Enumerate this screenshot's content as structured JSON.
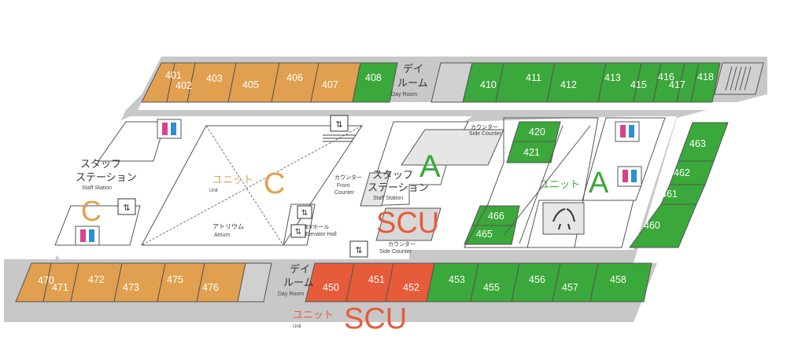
{
  "colors": {
    "unit_c": "#e1a04f",
    "unit_a": "#3aa83a",
    "scu": "#e65c3a",
    "floor": "#c8c8c8",
    "inner": "#ffffff",
    "wall": "#555555",
    "label_a": "#3aa83a",
    "label_c": "#e1a04f",
    "label_scu": "#e65c3a"
  },
  "rooms": {
    "top_c": [
      "401",
      "402",
      "403",
      "405",
      "406",
      "407"
    ],
    "top_a": [
      "408",
      "410",
      "411",
      "412",
      "413",
      "415",
      "416",
      "417",
      "418"
    ],
    "a_core_left": [
      "420",
      "421",
      "466",
      "465"
    ],
    "a_right_col": [
      "463",
      "462",
      "461",
      "460"
    ],
    "bottom_c": [
      "470",
      "471",
      "472",
      "473",
      "475",
      "476"
    ],
    "scu": [
      "450",
      "451",
      "452"
    ],
    "bottom_a": [
      "453",
      "455",
      "456",
      "457",
      "458"
    ]
  },
  "areas": {
    "day_room_top": {
      "jp_line1": "デイ",
      "jp_line2": "ルーム",
      "en": "Day Room"
    },
    "day_room_bottom": {
      "jp_line1": "デイ",
      "jp_line2": "ルーム",
      "en": "Day Room"
    },
    "staff_station_left": {
      "jp_line1": "スタッフ",
      "jp_line2": "ステーション",
      "en": "Staff Station",
      "unit_letter": "C"
    },
    "staff_station_center": {
      "jp_line1": "スタッフ",
      "jp_line2": "ステーション",
      "en": "Staff Station",
      "unit_letter": "A"
    },
    "front_counter": {
      "jp": "カウンター",
      "en_line1": "Front",
      "en_line2": "Counter"
    },
    "side_counter_top": {
      "jp": "カウンター",
      "en": "Side Counter"
    },
    "side_counter_bottom": {
      "jp": "カウンター",
      "en": "Side Counter"
    },
    "atrium": {
      "jp": "アトリウム",
      "en": "Atrium"
    },
    "ev_hall": {
      "jp": "EVホール",
      "en": "Elevator Hall"
    }
  },
  "unit_labels": {
    "c": {
      "jp": "ユニット",
      "en": "Unit",
      "letter": "C"
    },
    "a": {
      "jp": "ユニット",
      "letter": "A"
    },
    "scu_center": {
      "letter": "SCU"
    },
    "scu_bottom": {
      "jp": "ユニット",
      "en": "Unit",
      "letter": "SCU"
    }
  },
  "icons": [
    "restroom-icon",
    "stairs-icon",
    "elevator-icon",
    "shower-icon"
  ]
}
